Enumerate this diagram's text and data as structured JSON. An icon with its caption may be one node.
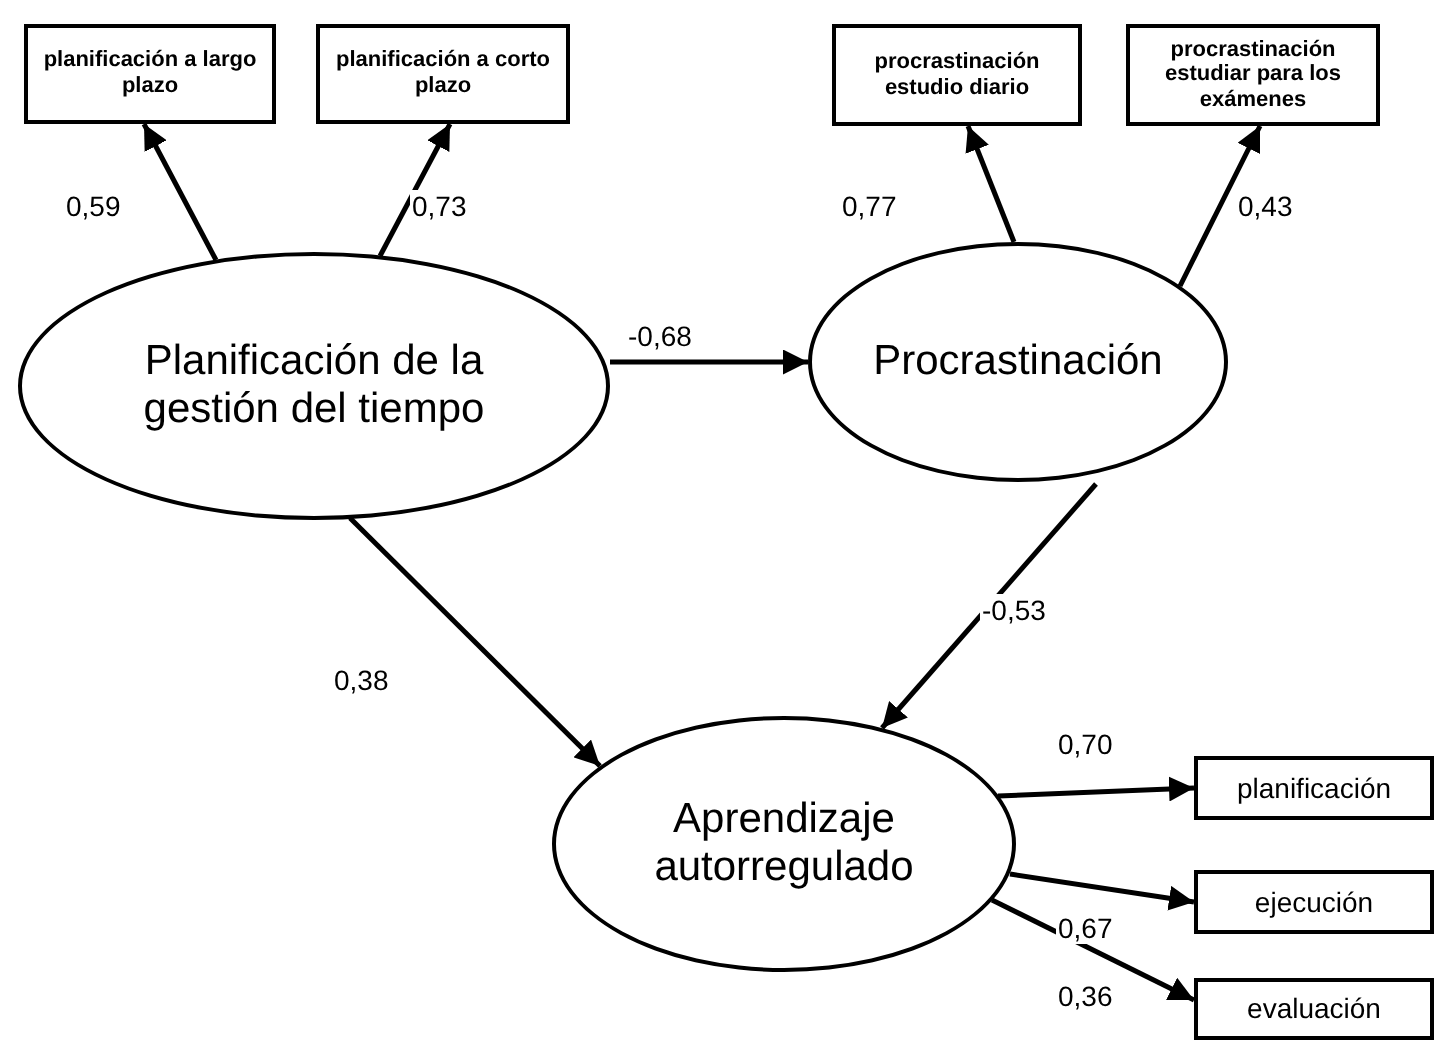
{
  "diagram": {
    "nodes": [
      {
        "text": [
          "planificación a largo plazo"
        ]
      },
      {
        "text": [
          "planificación a corto plazo"
        ]
      },
      {
        "text": [
          "procrastinación estudio diario"
        ]
      },
      {
        "text": [
          "procrastinación estudiar para los exámenes"
        ]
      },
      {
        "text": [
          "Planificación de la gestión del tiempo"
        ]
      },
      {
        "text": [
          "Procrastinación"
        ]
      },
      {
        "text": [
          "Aprendizaje autorregulado"
        ]
      },
      {
        "text": [
          "planificación"
        ]
      },
      {
        "text": [
          "ejecución"
        ]
      },
      {
        "text": [
          "evaluación"
        ]
      }
    ],
    "edges": [
      {
        "from": 4,
        "to": 0,
        "arrow": "to",
        "label": "0,59"
      },
      {
        "from": 4,
        "to": 1,
        "arrow": "to",
        "label": "0,73"
      },
      {
        "from": 4,
        "to": 5,
        "arrow": "to",
        "label": "-0,68"
      },
      {
        "from": 5,
        "to": 2,
        "arrow": "to",
        "label": "0,77"
      },
      {
        "from": 5,
        "to": 3,
        "arrow": "to",
        "label": "0,43"
      },
      {
        "from": 4,
        "to": 6,
        "arrow": "to",
        "label": "0,38"
      },
      {
        "from": 5,
        "to": 6,
        "arrow": "to",
        "label": "-0,53"
      },
      {
        "from": 6,
        "to": 7,
        "arrow": "to",
        "label": "0,70"
      },
      {
        "from": 6,
        "to": 8,
        "arrow": "to",
        "label": "0,67"
      },
      {
        "from": 6,
        "to": 9,
        "arrow": "to",
        "label": "0,36"
      }
    ]
  }
}
